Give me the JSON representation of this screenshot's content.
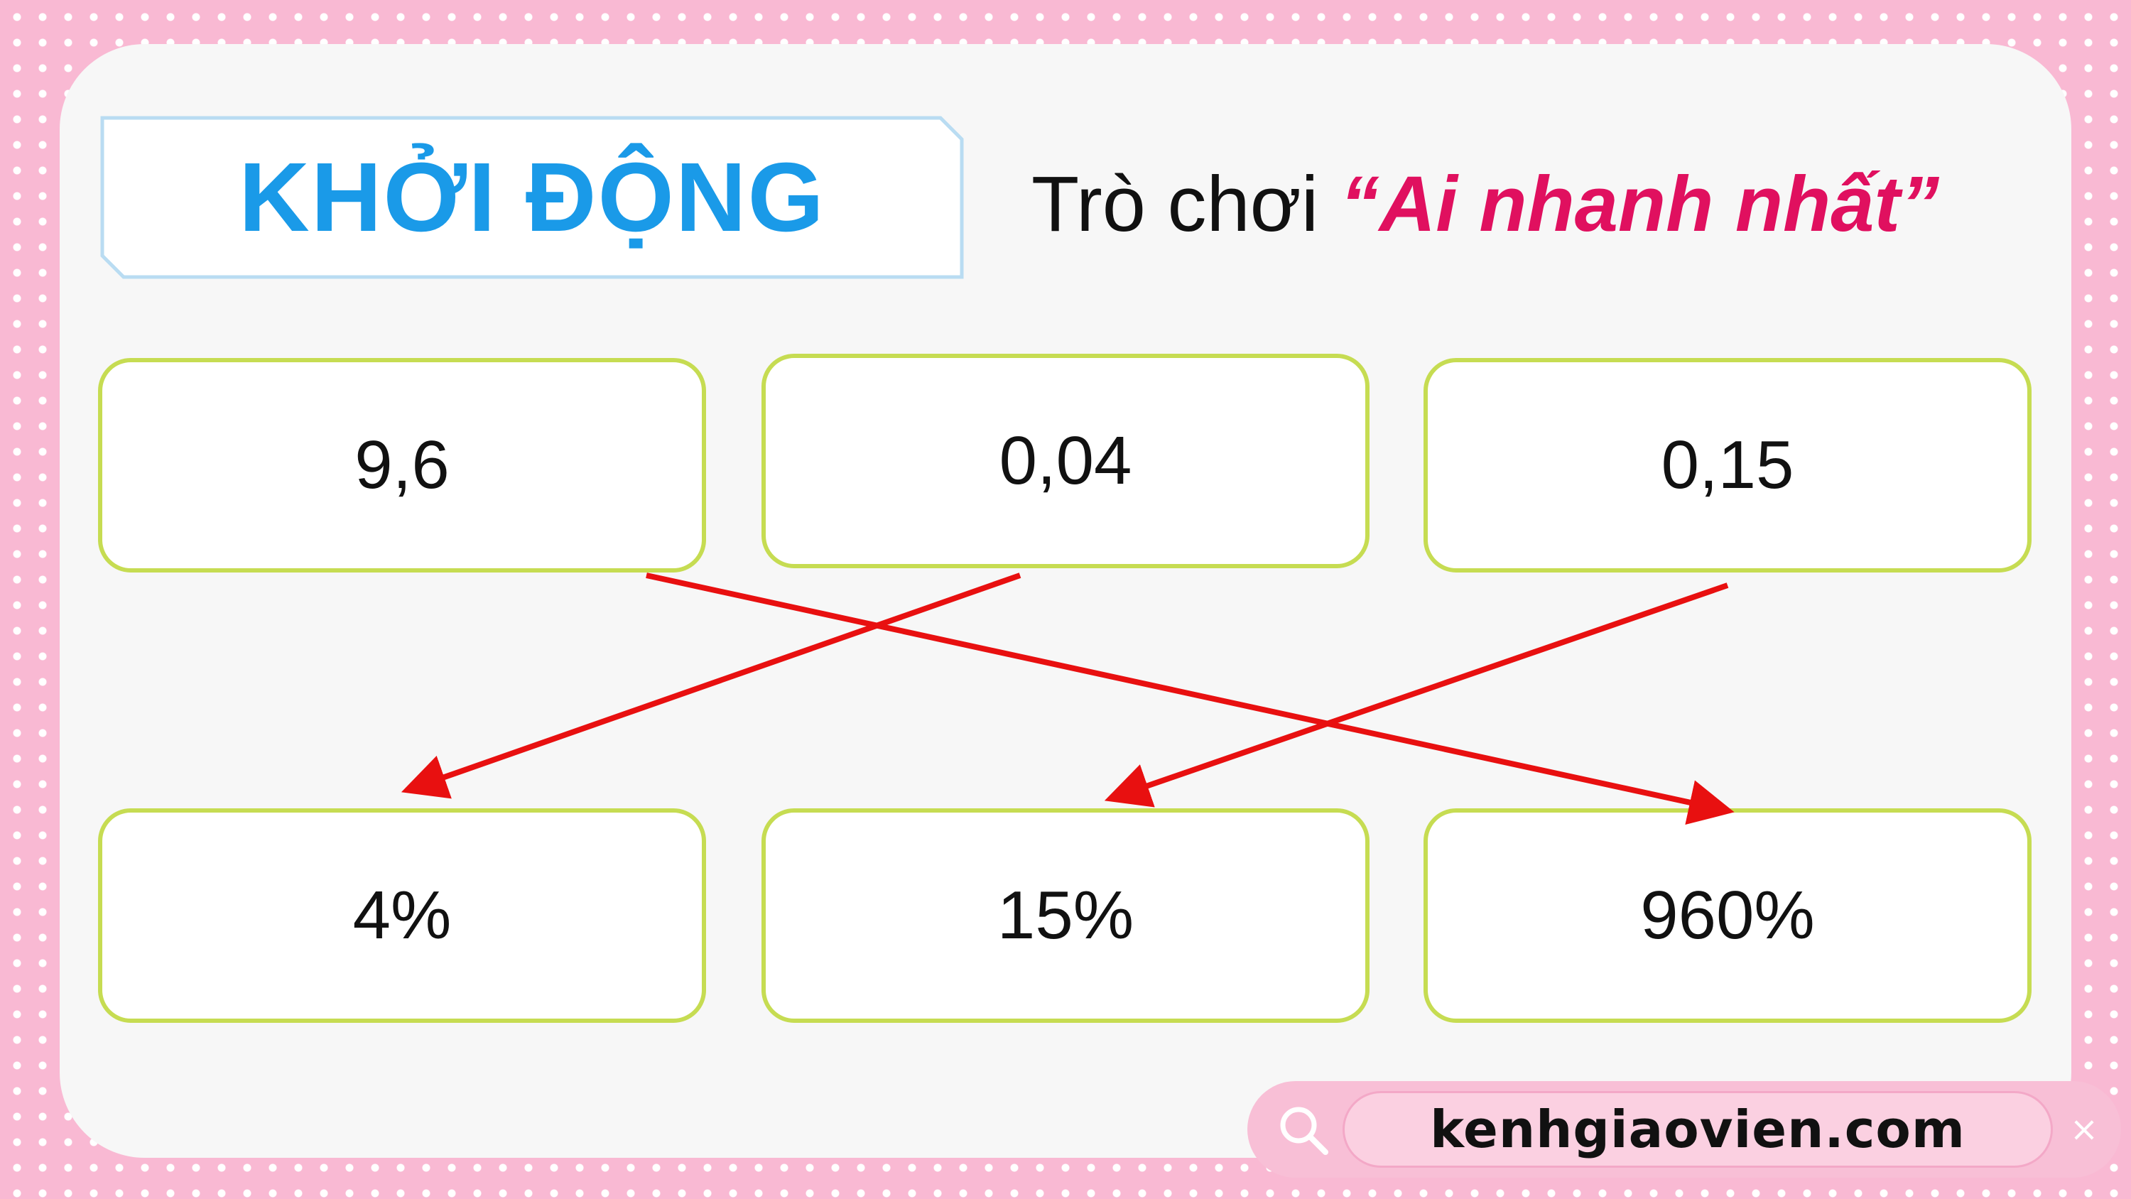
{
  "header": {
    "title": "KHỞI ĐỘNG",
    "subtitle_prefix": "Trò chơi ",
    "subtitle_open_quote": "“",
    "subtitle_game_name": "Ai nhanh nhất",
    "subtitle_close_quote": "”"
  },
  "top_cards": [
    "9,6",
    "0,04",
    "0,15"
  ],
  "bottom_cards": [
    "4%",
    "15%",
    "960%"
  ],
  "matches": [
    {
      "from": "9,6",
      "to": "960%"
    },
    {
      "from": "0,04",
      "to": "4%"
    },
    {
      "from": "0,15",
      "to": "15%"
    }
  ],
  "colors": {
    "title": "#1a9ae8",
    "game_name": "#e0105f",
    "card_border": "#c6dc52",
    "arrow": "#e81010",
    "background": "#f9b9d3"
  },
  "search": {
    "text": "kenhgiaovien.com",
    "search_icon": "search-icon",
    "close_icon": "close-icon",
    "close_glyph": "×"
  }
}
